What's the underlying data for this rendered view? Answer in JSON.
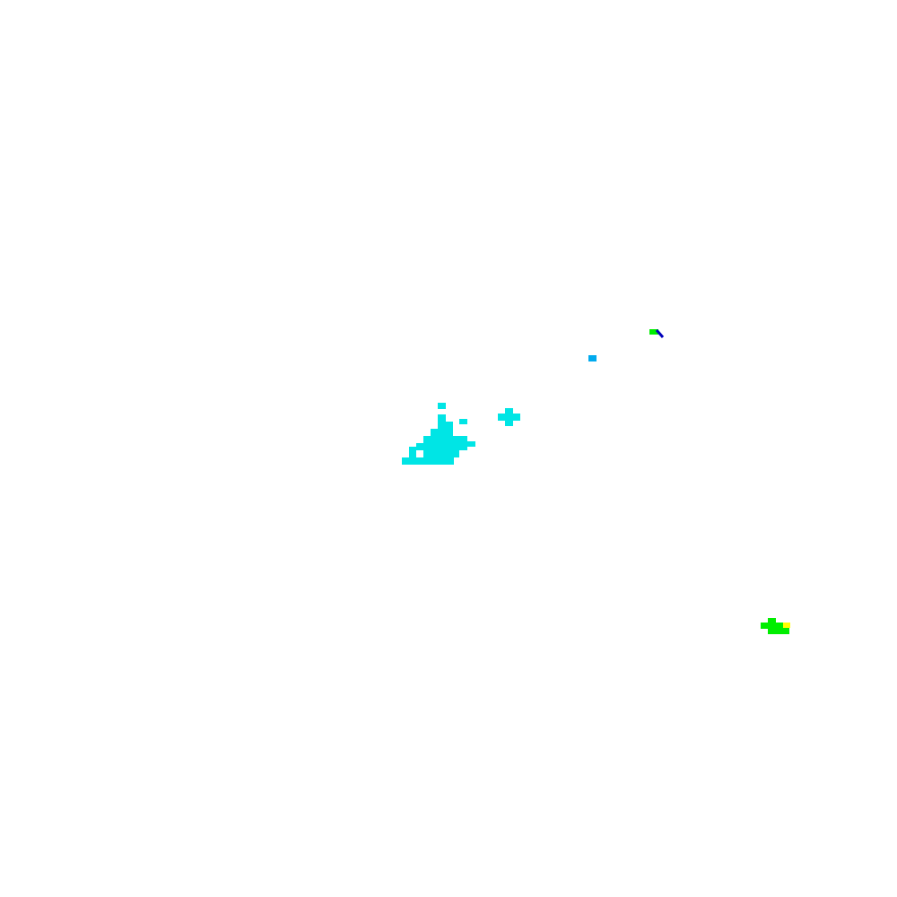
{
  "map": {
    "background_color": "#ffffff",
    "colors": {
      "cyan": "#00e5e5",
      "sky_blue": "#00aaee",
      "green": "#00ee00",
      "navy": "#0000bb",
      "yellow": "#ffff00"
    },
    "features": [
      {
        "name": "cyan-cluster-large",
        "color": "cyan"
      },
      {
        "name": "cyan-cross-marker",
        "color": "cyan"
      },
      {
        "name": "blue-dot",
        "color": "sky_blue"
      },
      {
        "name": "green-navy-marker",
        "color": "green"
      },
      {
        "name": "green-yellow-cluster",
        "color": "green"
      }
    ]
  }
}
